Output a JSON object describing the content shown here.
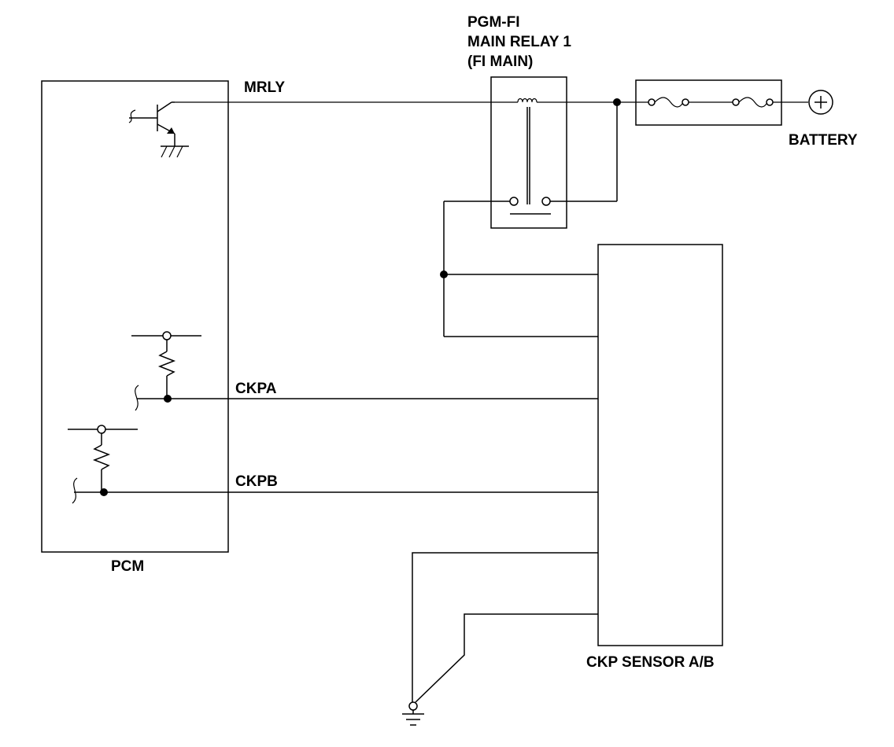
{
  "labels": {
    "relay_line1": "PGM-FI",
    "relay_line2": "MAIN RELAY 1",
    "relay_line3": "(FI MAIN)",
    "mrly": "MRLY",
    "battery": "BATTERY",
    "ckpa": "CKPA",
    "ckpb": "CKPB",
    "pcm": "PCM",
    "sensor": "CKP SENSOR A/B"
  }
}
